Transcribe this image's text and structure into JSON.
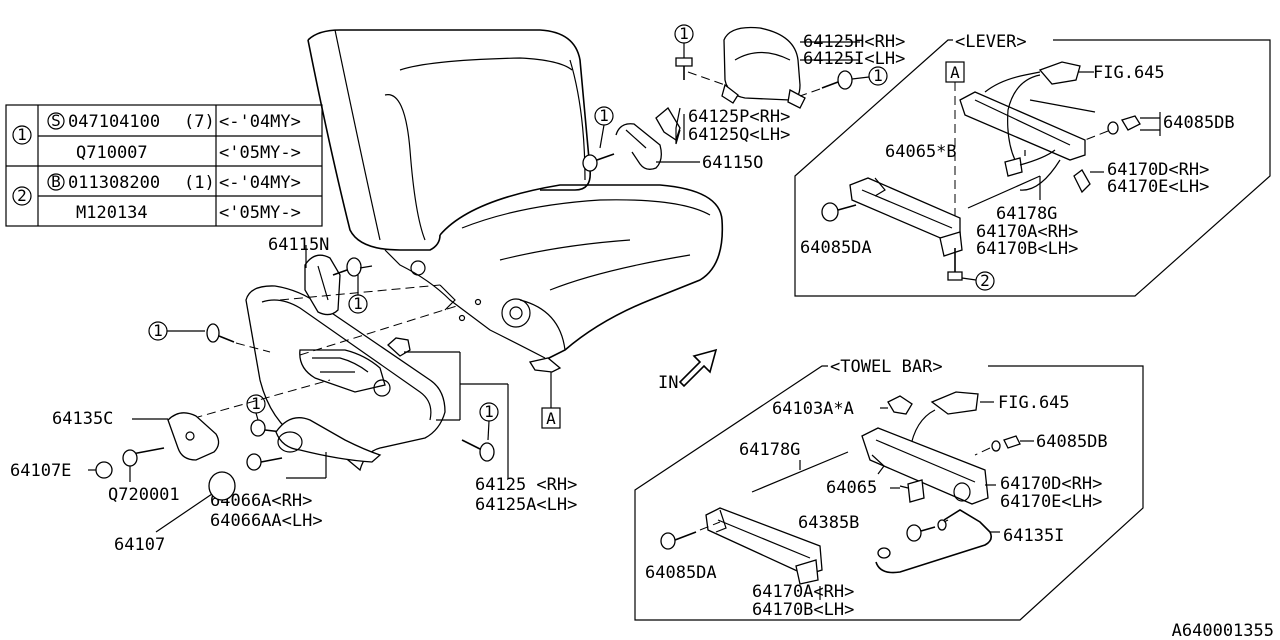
{
  "legend": {
    "rows": [
      {
        "index": "1",
        "prefix": "S",
        "part": "047104100",
        "qty": "(7)",
        "range": "<-'04MY>"
      },
      {
        "index": "",
        "prefix": "",
        "part": "Q710007",
        "qty": "",
        "range": "<'05MY->"
      },
      {
        "index": "2",
        "prefix": "B",
        "part": "011308200",
        "qty": "(1)",
        "range": "<-'04MY>"
      },
      {
        "index": "",
        "prefix": "",
        "part": "M120134",
        "qty": "",
        "range": "<'05MY->"
      }
    ]
  },
  "sections": {
    "lever": "<LEVER>",
    "towel_bar": "<TOWEL BAR>"
  },
  "direction_label": "IN",
  "figure_id": "A640001355",
  "callouts": {
    "c1": "1",
    "c2": "2",
    "ref_a": "A"
  },
  "labels": {
    "p64125H": "64125H<RH>",
    "p64125I": "64125I<LH>",
    "p64125P": "64125P<RH>",
    "p64125Q": "64125Q<LH>",
    "p64115O": "64115O",
    "p64115N": "64115N",
    "p64135C": "64135C",
    "p64107E": "64107E",
    "pQ720001": "Q720001",
    "p64107": "64107",
    "p64066A": "64066A<RH>",
    "p64066AA": "64066AA<LH>",
    "p64125": "64125 <RH>",
    "p64125A": "64125A<LH>",
    "lever_fig645": "FIG.645",
    "lever_64085DB": "64085DB",
    "lever_64065B": "64065*B",
    "lever_64170D": "64170D<RH>",
    "lever_64170E": "64170E<LH>",
    "lever_64178G": "64178G",
    "lever_64170A": "64170A<RH>",
    "lever_64170B": "64170B<LH>",
    "lever_64085DA": "64085DA",
    "tb_64103A": "64103A*A",
    "tb_fig645": "FIG.645",
    "tb_64085DB": "64085DB",
    "tb_64178G": "64178G",
    "tb_64065": "64065",
    "tb_64170D": "64170D<RH>",
    "tb_64170E": "64170E<LH>",
    "tb_64385B": "64385B",
    "tb_64135I": "64135I",
    "tb_64085DA": "64085DA",
    "tb_64170A": "64170A<RH>",
    "tb_64170B": "64170B<LH>"
  }
}
